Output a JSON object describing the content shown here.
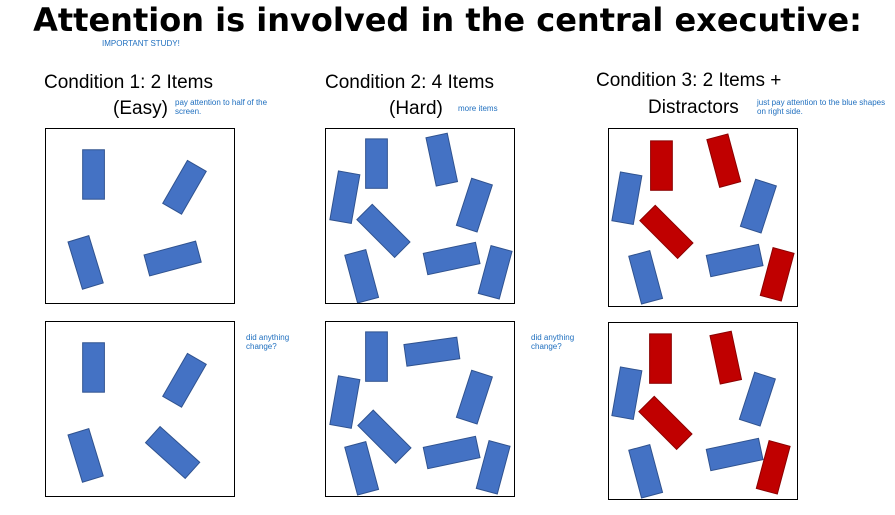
{
  "title": "Attention is involved in the central executive:",
  "important_note": "IMPORTANT STUDY!",
  "colors": {
    "blue": "#4472c4",
    "red": "#c00000",
    "note": "#1f6fbf"
  },
  "conditions": [
    {
      "line1": "Condition 1: 2 Items",
      "line2": "(Easy)",
      "note": "pay attention to half of the screen."
    },
    {
      "line1": "Condition 2: 4 Items",
      "line2": "(Hard)",
      "note": "more items"
    },
    {
      "line1": "Condition 3: 2 Items +",
      "line2": "Distractors",
      "note": "just pay attention to the blue shapes on right side."
    }
  ],
  "change_question_1": "did anything change?",
  "change_question_2": "did anything change?"
}
